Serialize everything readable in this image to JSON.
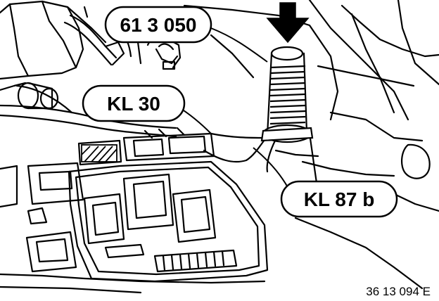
{
  "callouts": {
    "part_number": "61 3 050",
    "terminal_30": "KL 30",
    "terminal_87b": "KL 87 b"
  },
  "reference_code": "36 13 094 E",
  "colors": {
    "ink": "#000000",
    "paper": "#ffffff"
  },
  "icons": {
    "press_arrow": "arrow-down-icon"
  }
}
